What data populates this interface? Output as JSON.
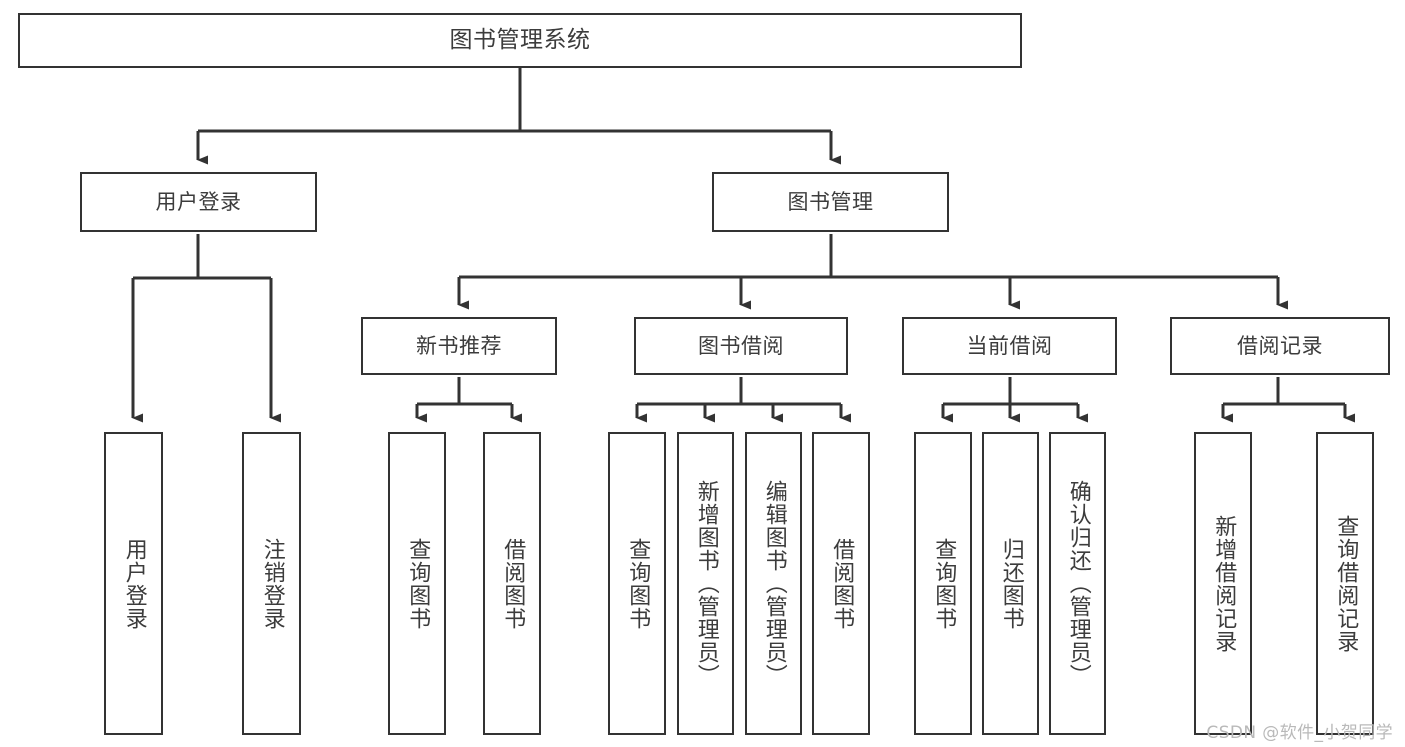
{
  "diagram": {
    "title": "图书管理系统",
    "type": "tree-hierarchy",
    "colors": {
      "background": "#ffffff",
      "node_border": "#333333",
      "node_fill": "#ffffff",
      "text": "#3c3c3c",
      "connector": "#333333",
      "watermark": "#b9b9b9"
    },
    "watermark": "CSDN @软件_小贺同学",
    "levels": {
      "root": {
        "label": "图书管理系统"
      },
      "level1": [
        {
          "label": "用户登录"
        },
        {
          "label": "图书管理"
        }
      ],
      "level2": [
        {
          "label": "新书推荐"
        },
        {
          "label": "图书借阅"
        },
        {
          "label": "当前借阅"
        },
        {
          "label": "借阅记录"
        }
      ],
      "leaves": {
        "user_login": [
          {
            "label": "用户登录"
          },
          {
            "label": "注销登录"
          }
        ],
        "new_book_recommend": [
          {
            "label": "查询图书"
          },
          {
            "label": "借阅图书"
          }
        ],
        "book_borrow": [
          {
            "label": "查询图书"
          },
          {
            "label": "新增图书（管理员）"
          },
          {
            "label": "编辑图书（管理员）"
          },
          {
            "label": "借阅图书"
          }
        ],
        "current_borrow": [
          {
            "label": "查询图书"
          },
          {
            "label": "归还图书"
          },
          {
            "label": "确认归还（管理员）"
          }
        ],
        "borrow_records": [
          {
            "label": "新增借阅记录"
          },
          {
            "label": "查询借阅记录"
          }
        ]
      }
    }
  }
}
